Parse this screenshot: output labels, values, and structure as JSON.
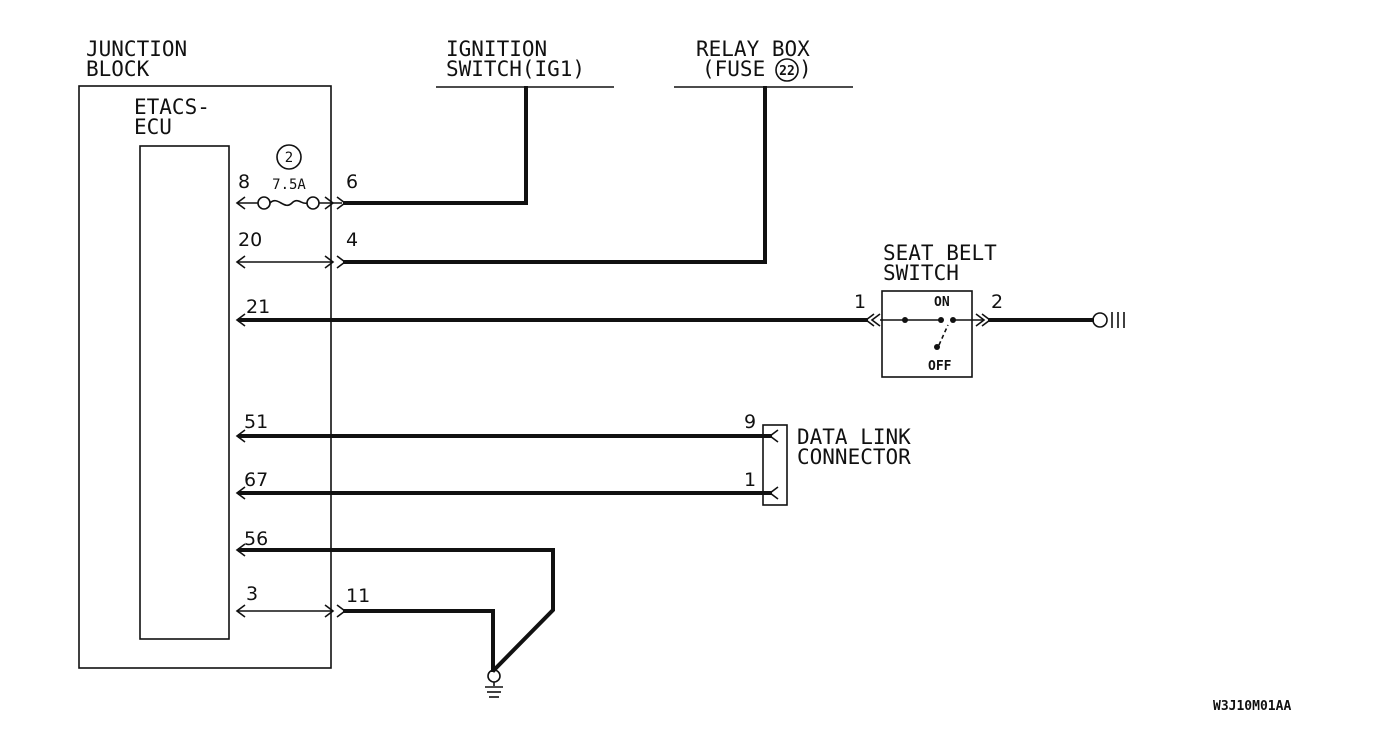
{
  "junction_block": {
    "line1": "JUNCTION",
    "line2": "BLOCK"
  },
  "ecu": {
    "line1": "ETACS-",
    "line2": "ECU"
  },
  "fuse": {
    "number": "2",
    "rating": "7.5A"
  },
  "ignition_switch": {
    "line1": "IGNITION",
    "line2": "SWITCH(IG1)"
  },
  "relay_box": {
    "line1": "RELAY BOX",
    "line2": "(FUSE",
    "fuse_number": "22",
    "line2_end": ")"
  },
  "seat_belt_switch": {
    "line1": "SEAT BELT",
    "line2": "SWITCH",
    "on_label": "ON",
    "off_label": "OFF",
    "pin_in": "1",
    "pin_out": "2"
  },
  "data_link_connector": {
    "line1": "DATA LINK",
    "line2": "CONNECTOR",
    "pin_top": "9",
    "pin_bottom": "1"
  },
  "ecu_pins": {
    "p8": "8",
    "p20": "20",
    "p21": "21",
    "p51": "51",
    "p67": "67",
    "p56": "56",
    "p3": "3"
  },
  "junction_pins": {
    "p6": "6",
    "p4": "4",
    "p11": "11"
  },
  "drawing_code": "W3J10M01AA"
}
